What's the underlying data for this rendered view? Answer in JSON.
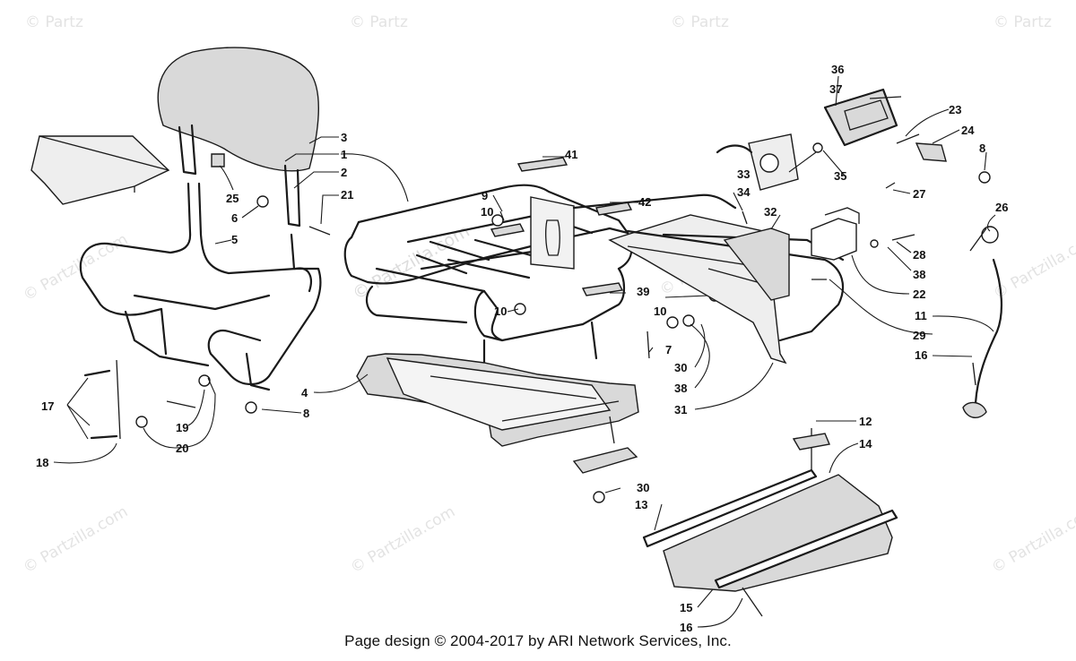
{
  "watermark": {
    "text": "© Partzilla.com",
    "short_text": "© Partz",
    "center_text": "© Partzilla.com"
  },
  "callouts": [
    {
      "id": "c1",
      "label": "1"
    },
    {
      "id": "c2",
      "label": "2"
    },
    {
      "id": "c3",
      "label": "3"
    },
    {
      "id": "c4",
      "label": "4"
    },
    {
      "id": "c5",
      "label": "5"
    },
    {
      "id": "c6",
      "label": "6"
    },
    {
      "id": "c7",
      "label": "7"
    },
    {
      "id": "c8a",
      "label": "8"
    },
    {
      "id": "c8b",
      "label": "8"
    },
    {
      "id": "c9",
      "label": "9"
    },
    {
      "id": "c10a",
      "label": "10"
    },
    {
      "id": "c10b",
      "label": "10"
    },
    {
      "id": "c10c",
      "label": "10"
    },
    {
      "id": "c11",
      "label": "11"
    },
    {
      "id": "c12",
      "label": "12"
    },
    {
      "id": "c13",
      "label": "13"
    },
    {
      "id": "c14",
      "label": "14"
    },
    {
      "id": "c15",
      "label": "15"
    },
    {
      "id": "c16a",
      "label": "16"
    },
    {
      "id": "c16b",
      "label": "16"
    },
    {
      "id": "c17",
      "label": "17"
    },
    {
      "id": "c18",
      "label": "18"
    },
    {
      "id": "c19",
      "label": "19"
    },
    {
      "id": "c20",
      "label": "20"
    },
    {
      "id": "c21",
      "label": "21"
    },
    {
      "id": "c22",
      "label": "22"
    },
    {
      "id": "c23",
      "label": "23"
    },
    {
      "id": "c24",
      "label": "24"
    },
    {
      "id": "c25",
      "label": "25"
    },
    {
      "id": "c26",
      "label": "26"
    },
    {
      "id": "c27",
      "label": "27"
    },
    {
      "id": "c28",
      "label": "28"
    },
    {
      "id": "c29",
      "label": "29"
    },
    {
      "id": "c30a",
      "label": "30"
    },
    {
      "id": "c30b",
      "label": "30"
    },
    {
      "id": "c31",
      "label": "31"
    },
    {
      "id": "c32",
      "label": "32"
    },
    {
      "id": "c33",
      "label": "33"
    },
    {
      "id": "c34",
      "label": "34"
    },
    {
      "id": "c35",
      "label": "35"
    },
    {
      "id": "c36",
      "label": "36"
    },
    {
      "id": "c37",
      "label": "37"
    },
    {
      "id": "c38a",
      "label": "38"
    },
    {
      "id": "c38b",
      "label": "38"
    },
    {
      "id": "c39",
      "label": "39"
    },
    {
      "id": "c41",
      "label": "41"
    },
    {
      "id": "c42",
      "label": "42"
    }
  ],
  "footer": "Page design © 2004-2017 by ARI Network Services, Inc."
}
